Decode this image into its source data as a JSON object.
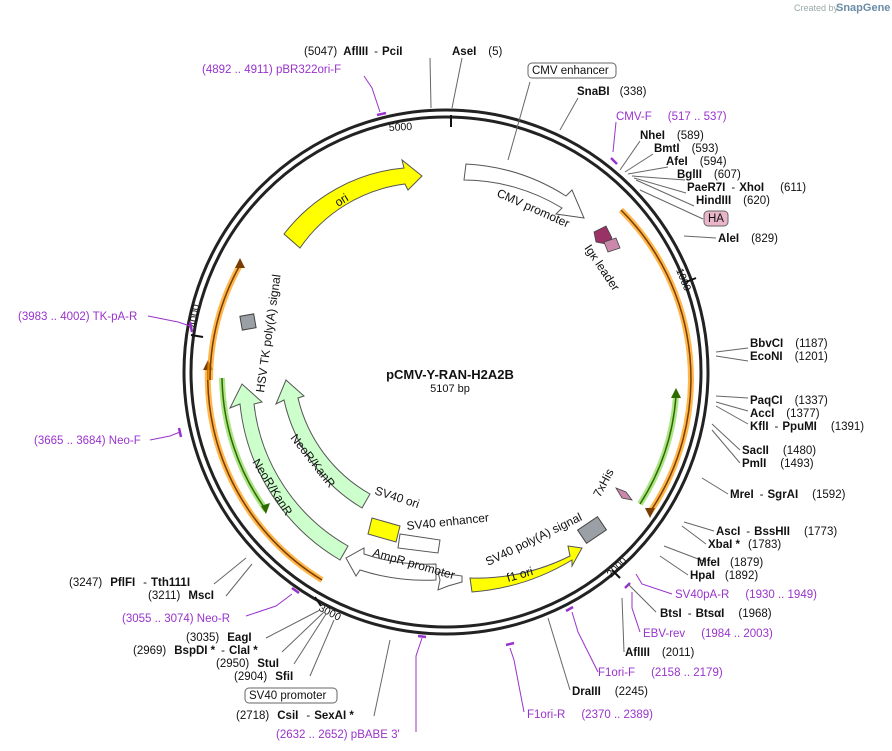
{
  "header": {
    "created_by": "Created by",
    "brand": "SnapGene"
  },
  "map": {
    "name": "pCMV-Y-RAN-H2A2B",
    "size": "5107 bp"
  },
  "ticks": [
    "1000",
    "2000",
    "3000",
    "4000",
    "5000"
  ],
  "features": {
    "ori": "ori",
    "cmv_promoter": "CMV promoter",
    "igk_leader": "Igκ leader",
    "hsv_tk_polya": "HSV TK poly(A) signal",
    "neor_inner": "NeoR/KanR",
    "neor_outer": "NeoR/KanR",
    "sv40_ori": "SV40 ori",
    "sv40_enhancer": "SV40 enhancer",
    "ampr_promoter": "AmpR promoter",
    "sv40_polya": "SV40 poly(A) signal",
    "f1_ori": "f1 ori",
    "his": "7xHis"
  },
  "boxed_labels": {
    "cmv_enhancer": "CMV enhancer",
    "ha": "HA",
    "sv40_promoter": "SV40 promoter"
  },
  "sites": {
    "s1_pos": "(5047)",
    "s1_name": "AflIII",
    "s1_name2": "PciI",
    "s2_name": "AseI",
    "s2_pos": "(5)",
    "p1": "(4892 .. 4911)  pBR322ori-F",
    "snabi": "SnaBI",
    "snabi_pos": "(338)",
    "cmvf": "CMV-F",
    "cmvf_pos": "(517 .. 537)",
    "nhei": "NheI",
    "nhei_pos": "(589)",
    "bmti": "BmtI",
    "bmti_pos": "(593)",
    "afei": "AfeI",
    "afei_pos": "(594)",
    "bglii": "BglII",
    "bglii_pos": "(607)",
    "paer7i": "PaeR7I",
    "xhoi": "XhoI",
    "xhoi_pos": "(611)",
    "hindiii": "HindIII",
    "hindiii_pos": "(620)",
    "alei": "AleI",
    "alei_pos": "(829)",
    "bbvci": "BbvCI",
    "bbvci_pos": "(1187)",
    "econi": "EcoNI",
    "econi_pos": "(1201)",
    "paqci": "PaqCI",
    "paqci_pos": "(1337)",
    "acci": "AccI",
    "acci_pos": "(1377)",
    "kfli": "KflI",
    "ppumi": "PpuMI",
    "ppumi_pos": "(1391)",
    "sacii": "SacII",
    "sacii_pos": "(1480)",
    "pmli": "PmlI",
    "pmli_pos": "(1493)",
    "srgai1": "MreI",
    "srgai2": "SgrAI",
    "srgai_pos": "(1592)",
    "asci": "AscI",
    "bsshii": "BssHII",
    "bsshii_pos": "(1773)",
    "xbai": "XbaI *",
    "xbai_pos": "(1783)",
    "mfei": "MfeI",
    "mfei_pos": "(1879)",
    "hpai": "HpaI",
    "hpai_pos": "(1892)",
    "sv40pa": "SV40pA-R",
    "sv40pa_pos": "(1930 .. 1949)",
    "btsi": "BtsI",
    "btsai": "BtsαI",
    "btsi_pos": "(1968)",
    "ebvrev": "EBV-rev",
    "ebvrev_pos": "(1984 .. 2003)",
    "aflIII2": "AflIII",
    "aflIII2_pos": "(2011)",
    "f1orif": "F1ori-F",
    "f1orif_pos": "(2158 .. 2179)",
    "draiii": "DraIII",
    "draiii_pos": "(2245)",
    "f1orir": "F1ori-R",
    "f1orir_pos": "(2370 .. 2389)",
    "pbabe": "(2632 .. 2652)  pBABE 3'",
    "csii_pos": "(2718)",
    "csii": "CsiI",
    "sexai": "SexAI *",
    "sfii_pos": "(2904)",
    "sfii": "SfiI",
    "stui_pos": "(2950)",
    "stui": "StuI",
    "bspdi_pos": "(2969)",
    "bspdi": "BspDI *",
    "clai": "ClaI *",
    "eagi_pos": "(3035)",
    "eagi": "EagI",
    "neor_p": "(3055 .. 3074)  Neo-R",
    "msci_pos": "(3211)",
    "msci": "MscI",
    "pflfi_pos": "(3247)",
    "pflfi": "PflFI",
    "tth": "Tth111I",
    "neof": "(3665 .. 3684)  Neo-F",
    "tkpa": "(3983 .. 4002)  TK-pA-R"
  },
  "colors": {
    "ori": "#ffff00",
    "neor": "#ccffcc",
    "f1_ori": "#ffff00",
    "primer": "#9933cc",
    "orf": "#ff9900",
    "igk": "#993366"
  }
}
